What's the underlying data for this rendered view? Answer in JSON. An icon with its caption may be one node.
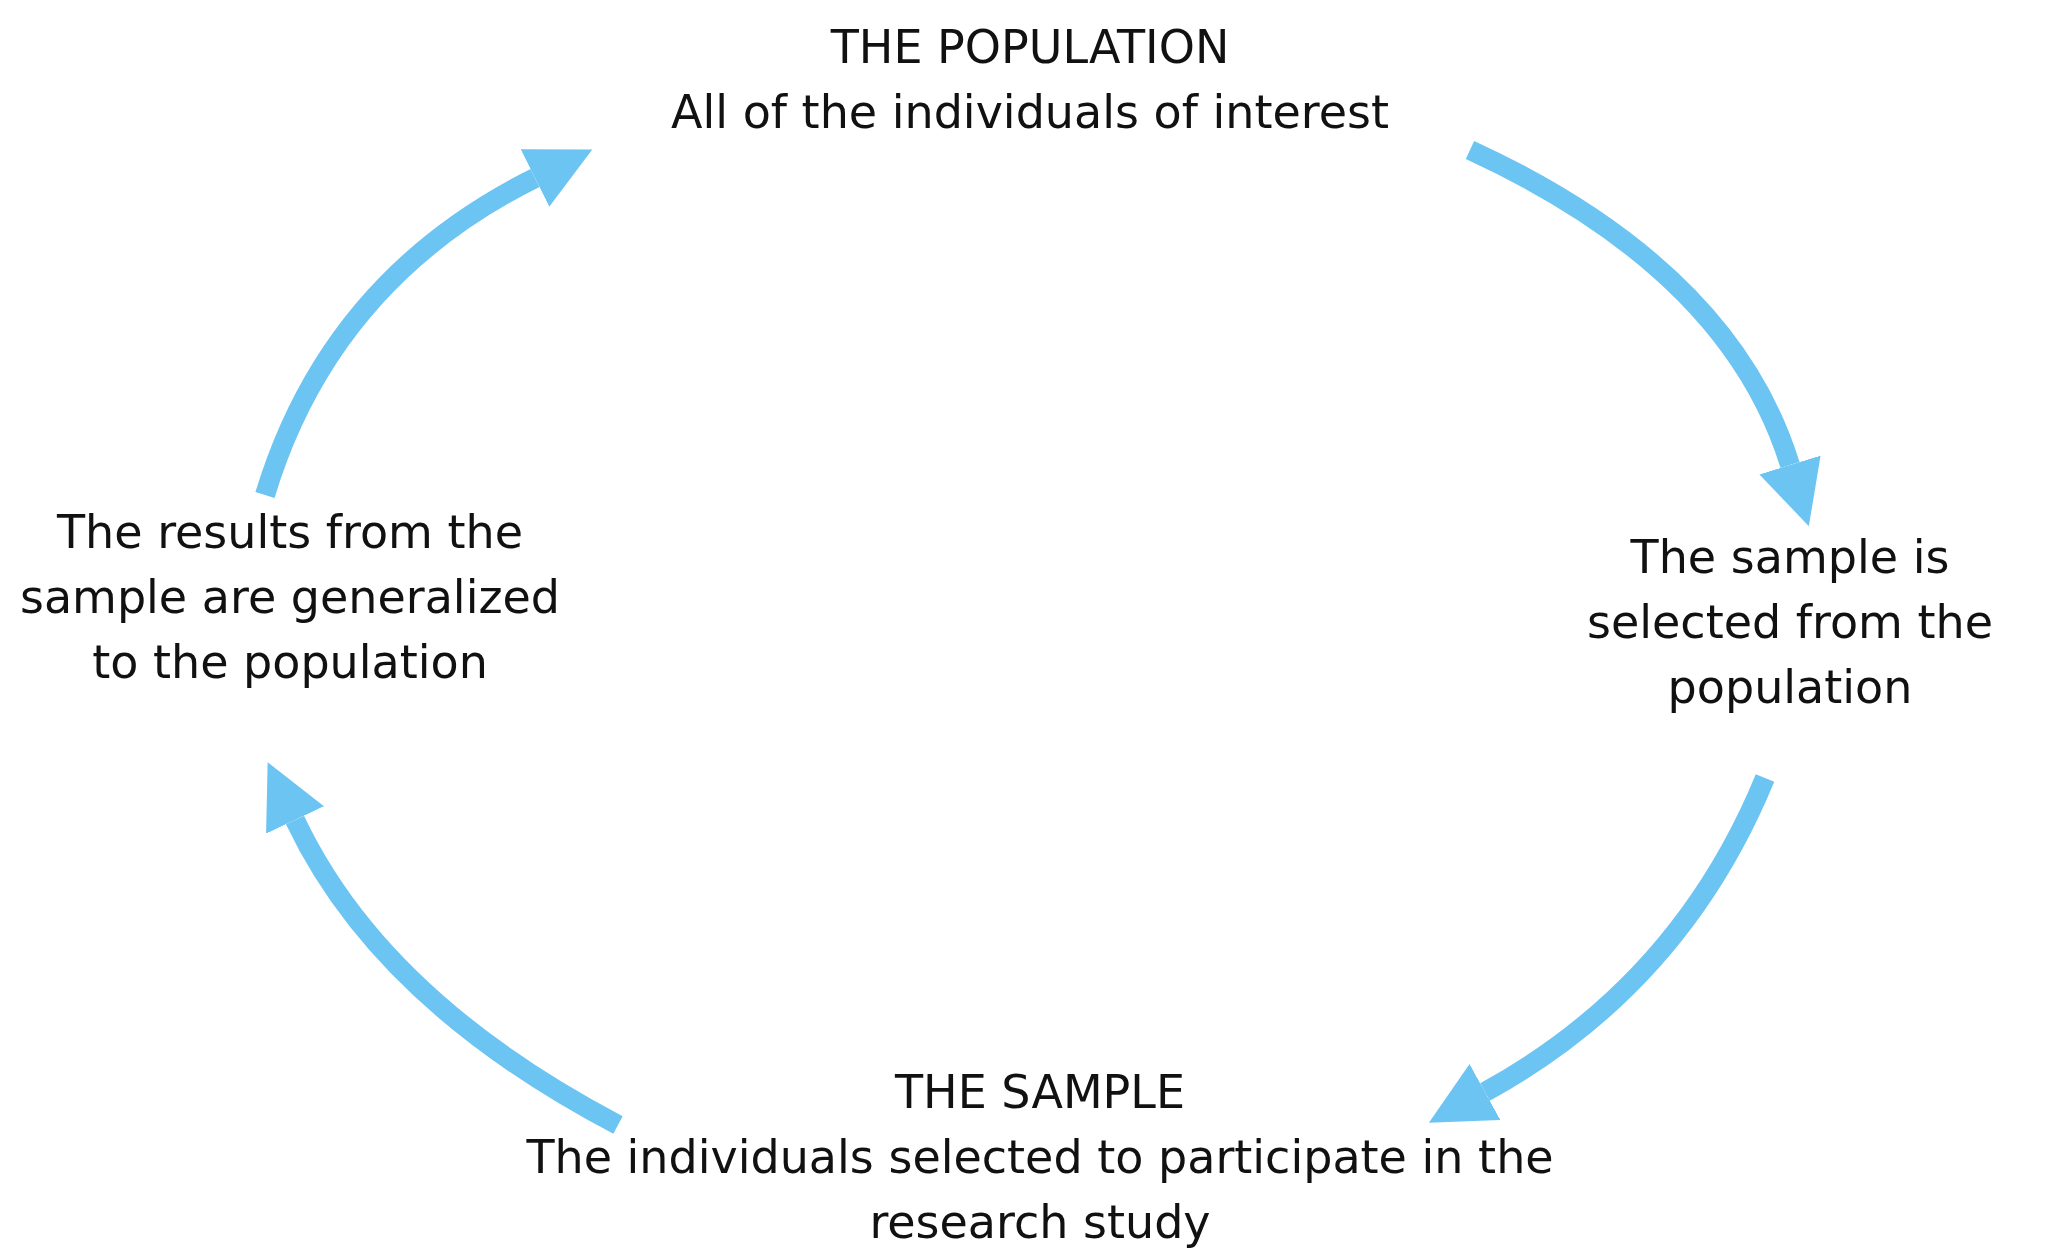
{
  "diagram": {
    "nodes": [
      {
        "text": [
          "THE POPULATION",
          "All of the individuals of interest"
        ]
      },
      {
        "text": [
          "The sample is selected from the population"
        ]
      },
      {
        "text": [
          "THE SAMPLE",
          "The individuals selected to participate in the research study"
        ]
      },
      {
        "text": [
          "The results from the sample are generalized to the population"
        ]
      }
    ],
    "edges": [
      {
        "from": 0,
        "to": 1,
        "arrow": "to"
      },
      {
        "from": 1,
        "to": 2,
        "arrow": "to"
      },
      {
        "from": 2,
        "to": 3,
        "arrow": "to"
      },
      {
        "from": 3,
        "to": 0,
        "arrow": "to"
      }
    ]
  }
}
